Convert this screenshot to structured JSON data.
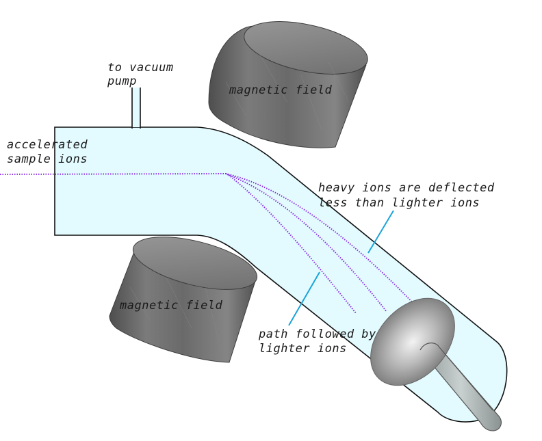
{
  "diagram": {
    "labels": {
      "vacuum_line1": "to vacuum",
      "vacuum_line2": "pump",
      "sample_line1": "accelerated",
      "sample_line2": "sample ions",
      "magnet_top": "magnetic field",
      "magnet_bottom": "magnetic field",
      "heavy_line1": "heavy ions are deflected",
      "heavy_line2": "less than lighter ions",
      "lighter_line1": "path followed by",
      "lighter_line2": "lighter ions"
    },
    "colors": {
      "tube_fill": "#e3fbff",
      "tube_stroke": "#111111",
      "ion_path": "#8a2be2",
      "pointer": "#1aa3d9",
      "magnet": "#6a6a6a"
    }
  }
}
